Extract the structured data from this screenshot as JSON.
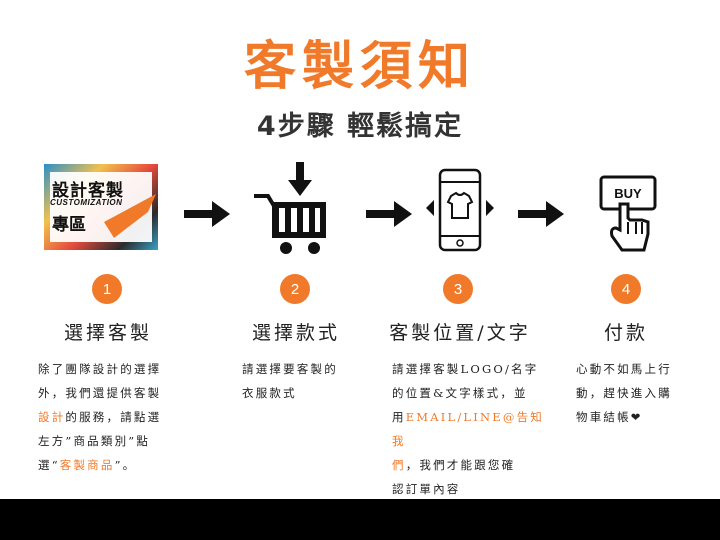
{
  "header": {
    "title": "客製須知",
    "subtitle": "4步驟 輕鬆搞定"
  },
  "banner": {
    "line1": "設計客製",
    "line2": "CUSTOMIZATION",
    "line3": "專區"
  },
  "icons": {
    "step1": "customization-banner-icon",
    "step2": "shopping-cart-icon",
    "step3": "smartphone-shirt-icon",
    "step4": "buy-button-hand-icon",
    "arrow": "arrow-right-icon"
  },
  "colors": {
    "accent": "#f07a2a",
    "text": "#222222",
    "footer": "#000000"
  },
  "steps": [
    {
      "number": "1",
      "title": "選擇客製",
      "desc": [
        [
          "除了團隊設計的選擇"
        ],
        [
          "外，我們還提供",
          "",
          "客製"
        ],
        [
          "",
          "設計",
          "的服務，請點選"
        ],
        [
          "左方”商品類別”點"
        ],
        [
          "選“",
          "客製商品",
          "”。"
        ]
      ]
    },
    {
      "number": "2",
      "title": "選擇款式",
      "desc": [
        [
          "請選擇要客製的"
        ],
        [
          "衣服款式"
        ]
      ]
    },
    {
      "number": "3",
      "title": "客製位置/文字",
      "desc": [
        [
          "請選擇客製LOGO/名字"
        ],
        [
          "的位置&文字樣式，並"
        ],
        [
          "用",
          "EMAIL/LINE@告知我"
        ],
        [
          "",
          "們",
          "，我們才能跟您確"
        ],
        [
          "認訂單內容"
        ]
      ]
    },
    {
      "number": "4",
      "title": "付款",
      "desc": [
        [
          "心動不如馬上行"
        ],
        [
          "動，趕快進入購"
        ],
        [
          "物車結帳❤"
        ]
      ]
    }
  ],
  "buy_label": "BUY"
}
